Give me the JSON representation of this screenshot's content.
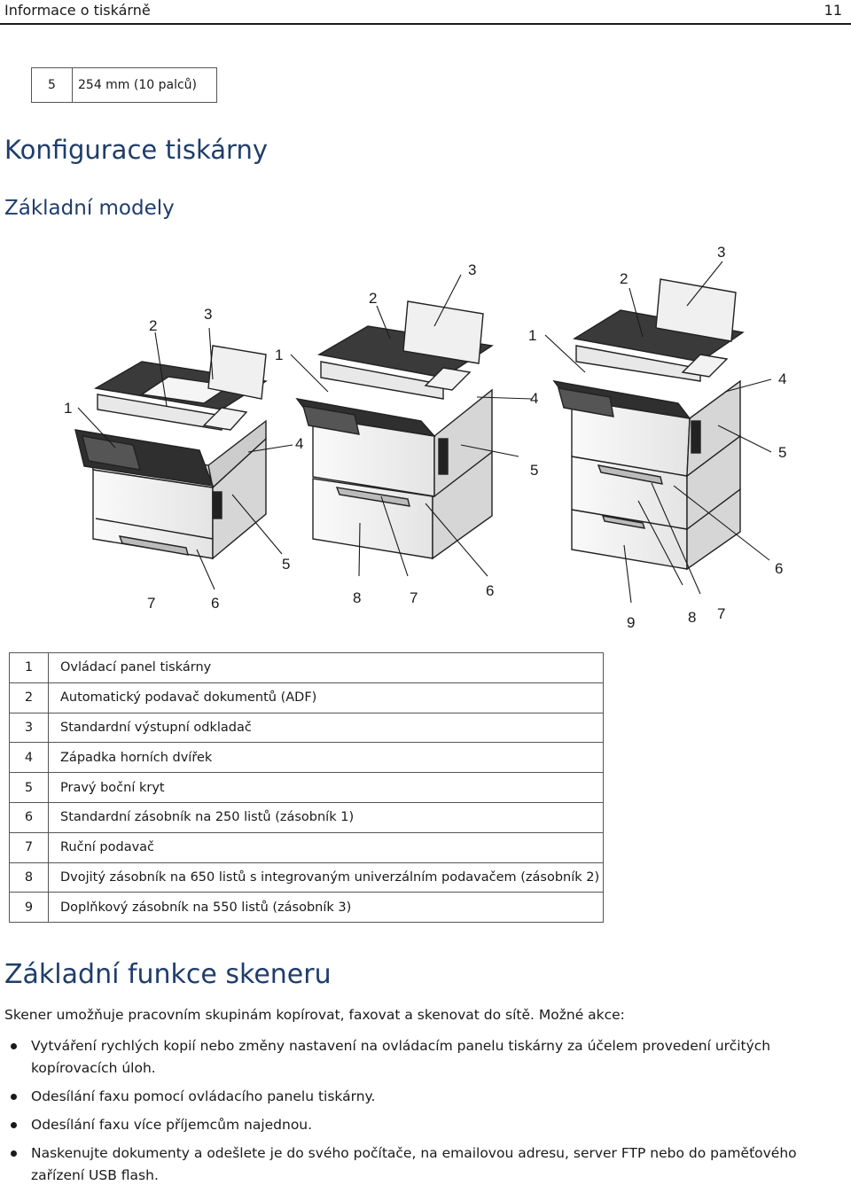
{
  "header": {
    "section": "Informace o tiskárně",
    "page": "11"
  },
  "top_table": {
    "num": "5",
    "desc": "254 mm (10 palců)"
  },
  "title": "Konfigurace tiskárny",
  "subtitle": "Základní modely",
  "callouts": {
    "m1": [
      "1",
      "2",
      "3",
      "4",
      "5",
      "6",
      "7"
    ],
    "m2": [
      "1",
      "2",
      "3",
      "4",
      "5",
      "6",
      "7",
      "8"
    ],
    "m3": [
      "1",
      "2",
      "3",
      "4",
      "5",
      "6",
      "7",
      "8",
      "9"
    ]
  },
  "legend": [
    {
      "num": "1",
      "desc": "Ovládací panel tiskárny"
    },
    {
      "num": "2",
      "desc": "Automatický podavač dokumentů (ADF)"
    },
    {
      "num": "3",
      "desc": "Standardní výstupní odkladač"
    },
    {
      "num": "4",
      "desc": "Západka horních dvířek"
    },
    {
      "num": "5",
      "desc": "Pravý boční kryt"
    },
    {
      "num": "6",
      "desc": "Standardní zásobník na 250 listů (zásobník 1)"
    },
    {
      "num": "7",
      "desc": "Ruční podavač"
    },
    {
      "num": "8",
      "desc": "Dvojitý zásobník na 650 listů s integrovaným univerzálním podavačem (zásobník 2)"
    },
    {
      "num": "9",
      "desc": "Doplňkový zásobník na 550 listů (zásobník 3)"
    }
  ],
  "section2_title": "Základní funkce skeneru",
  "section2_intro": "Skener umožňuje pracovním skupinám kopírovat, faxovat a skenovat do sítě. Možné akce:",
  "bullets": [
    "Vytváření rychlých kopií nebo změny nastavení na ovládacím panelu tiskárny za účelem provedení určitých kopírovacích úloh.",
    "Odesílání faxu pomocí ovládacího panelu tiskárny.",
    "Odesílání faxu více příjemcům najednou.",
    "Naskenujte dokumenty a odešlete je do svého počítače, na emailovou adresu, server FTP nebo do paměťového zařízení USB flash."
  ]
}
